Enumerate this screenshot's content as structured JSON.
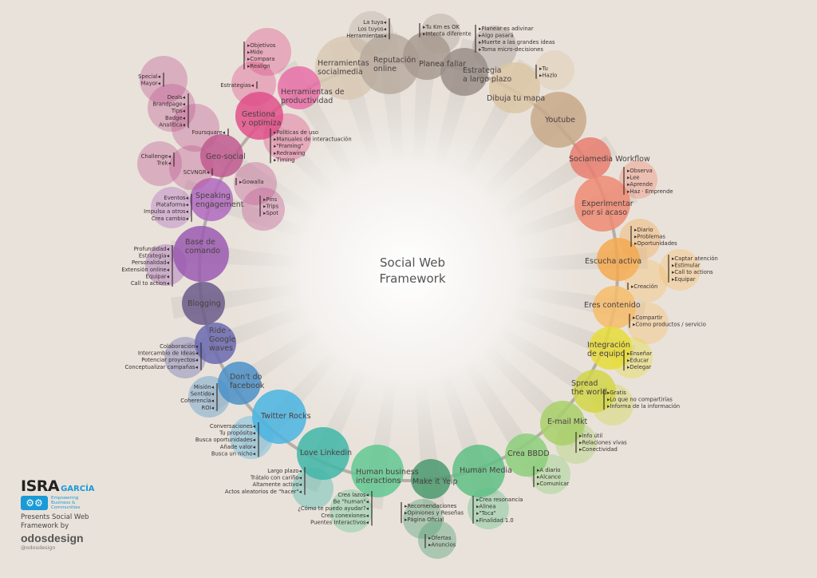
{
  "title": [
    "Social Web",
    "Framework"
  ],
  "colors": {
    "background": "#e9e2da",
    "ring": "#a09890",
    "rays": "#d2ccc6",
    "center": "#ffffff"
  },
  "nodes": [
    {
      "label": [
        "Herramientas",
        "socialmedia"
      ],
      "color": "#d8c9b4",
      "groups": []
    },
    {
      "label": [
        "Reputación",
        "online"
      ],
      "color": "#b8aba0",
      "groups": [
        [
          "La tuya",
          "Los tuyos",
          "Herramientas"
        ]
      ]
    },
    {
      "label": [
        "Planea fallar"
      ],
      "color": "#a89a90",
      "groups": [
        [
          "Tu Km es OK",
          "Intenta diferente"
        ]
      ]
    },
    {
      "label": [
        "Estrategia",
        "a largo plazo"
      ],
      "color": "#9a8f88",
      "groups": [
        [
          "Planear es adivinar",
          "Algo pasará",
          "Muerte a las grandes ideas",
          "Toma micro-decisiones"
        ]
      ]
    },
    {
      "label": [
        "Dibuja tu mapa"
      ],
      "color": "#dcc6a5",
      "groups": [
        [
          "Tu",
          "Hazlo"
        ]
      ]
    },
    {
      "label": [
        "Youtube"
      ],
      "color": "#c8a988",
      "groups": []
    },
    {
      "label": [
        "Sociamedia Workflow"
      ],
      "color": "#e87e70",
      "groups": []
    },
    {
      "label": [
        "Experimentar",
        "por si acaso"
      ],
      "color": "#ef8a72",
      "groups": [
        [
          "Observa",
          "Lee",
          "Aprende",
          "Haz · Emprende"
        ]
      ]
    },
    {
      "label": [
        "Escucha activa"
      ],
      "color": "#f5a94f",
      "groups": [
        [
          "Diario",
          "Problemas",
          "Oportunidades"
        ]
      ]
    },
    {
      "label": [
        "Eres contenido"
      ],
      "color": "#f7bc6a",
      "groups": [
        [
          "Creación"
        ],
        [
          "Captar atención",
          "Estimular",
          "Call to actions",
          "Equipar"
        ],
        [
          "Compartir",
          "Como productos / servicio"
        ]
      ]
    },
    {
      "label": [
        "Integración",
        "de equipo"
      ],
      "color": "#e6dc3a",
      "groups": [
        [
          "Enseñar",
          "Educar",
          "Delegar"
        ]
      ]
    },
    {
      "label": [
        "Spread",
        "the world"
      ],
      "color": "#d2d648",
      "groups": [
        [
          "Gratis",
          "Lo que no compartirías",
          "Informa de la información"
        ]
      ]
    },
    {
      "label": [
        "E-mail Mkt"
      ],
      "color": "#a8d068",
      "groups": [
        [
          "Info útil",
          "Relaciones vivas",
          "Conectividad"
        ]
      ]
    },
    {
      "label": [
        "Crea BBDD"
      ],
      "color": "#8ccf7a",
      "groups": [
        [
          "A diario",
          "Alcance",
          "Comunicar"
        ]
      ]
    },
    {
      "label": [
        "Human Media"
      ],
      "color": "#5fbf85",
      "groups": [
        [
          "Crea resonancia",
          "Alinea",
          "\"Toca\"",
          "Finalidad 1.0"
        ]
      ]
    },
    {
      "label": [
        "Make it Yelp"
      ],
      "color": "#4a9a6e",
      "groups": [
        [
          "Recomendaciones",
          "Opiniones y Reseñas",
          "Página Oficial"
        ],
        [
          "Ofertas",
          "Anuncios"
        ]
      ]
    },
    {
      "label": [
        "Human business",
        "interactions"
      ],
      "color": "#62c890",
      "groups": [
        [
          "Crea lazos",
          "Be \"human\"",
          "¿Cómo te puedo ayudar?",
          "Crea conexiones",
          "Puentes Interactivos"
        ]
      ]
    },
    {
      "label": [
        "Love Linkedin"
      ],
      "color": "#3fb6a8",
      "groups": [
        [
          "Largo plazo",
          "Trátalo con cariño",
          "Altamente activo",
          "Actos aleatorios de \"hacer\""
        ]
      ]
    },
    {
      "label": [
        "Twitter Rocks"
      ],
      "color": "#4ab4e0",
      "groups": [
        [
          "Conversaciones",
          "Tu propósito",
          "Busca oportunidades",
          "Añade valor",
          "Busca un nicho"
        ]
      ]
    },
    {
      "label": [
        "Don't do",
        "facebook"
      ],
      "color": "#4a90c8",
      "groups": [
        [
          "Misión",
          "Sentido",
          "Coherencia",
          "ROI"
        ]
      ]
    },
    {
      "label": [
        "Ride -",
        "Google",
        "waves"
      ],
      "color": "#6a6ab0",
      "groups": [
        [
          "Colaboración",
          "Intercambio de Ideas",
          "Potenciar proyectos",
          "Conceptualizar campañas"
        ]
      ]
    },
    {
      "label": [
        "Blogging"
      ],
      "color": "#6a5a8a",
      "groups": []
    },
    {
      "label": [
        "Base de",
        "comando"
      ],
      "color": "#9a5ab0",
      "groups": [
        [
          "Profundidad",
          "Estrategia",
          "Personalidad",
          "Extensión online",
          "Equipar",
          "Call to action"
        ]
      ]
    },
    {
      "label": [
        "Speaking",
        "engagement"
      ],
      "color": "#b06ac0",
      "groups": [
        [
          "Eventos",
          "Plataforma",
          "Impulsa a otros",
          "Crea cambio"
        ]
      ]
    },
    {
      "label": [
        "Geo-social"
      ],
      "color": "#c05a90",
      "groups": [
        [
          "Foursquare"
        ],
        [
          "Deals",
          "Brandpage",
          "Tips",
          "Badge",
          "Analítica"
        ],
        [
          "Special",
          "Mayor"
        ],
        [
          "SCVNGR"
        ],
        [
          "Challenge",
          "Trek"
        ],
        [
          "Gowalla"
        ],
        [
          "Pins",
          "Trips",
          "Spot"
        ]
      ]
    },
    {
      "label": [
        "Gestiona",
        "y optimiza"
      ],
      "color": "#e0508a",
      "groups": [
        [
          "Estrategias"
        ],
        [
          "Objetivos",
          "Mide",
          "Compara",
          "Realign"
        ],
        [
          "Políticas de uso",
          "Manuales de interactuación",
          "\"Framing\"",
          "Redrawing",
          "Timing"
        ]
      ]
    },
    {
      "label": [
        "Herramientas de",
        "productividad"
      ],
      "color": "#e870a8",
      "groups": []
    }
  ],
  "logo": {
    "name_bold": "ISRA",
    "name_accent": "GARCÍA",
    "tagline": [
      "Empowering",
      "Business &",
      "Communities"
    ],
    "presents": [
      "Presents Social Web",
      "Framework by"
    ],
    "designer": "odosdesign",
    "handle": "@odosdesign"
  }
}
